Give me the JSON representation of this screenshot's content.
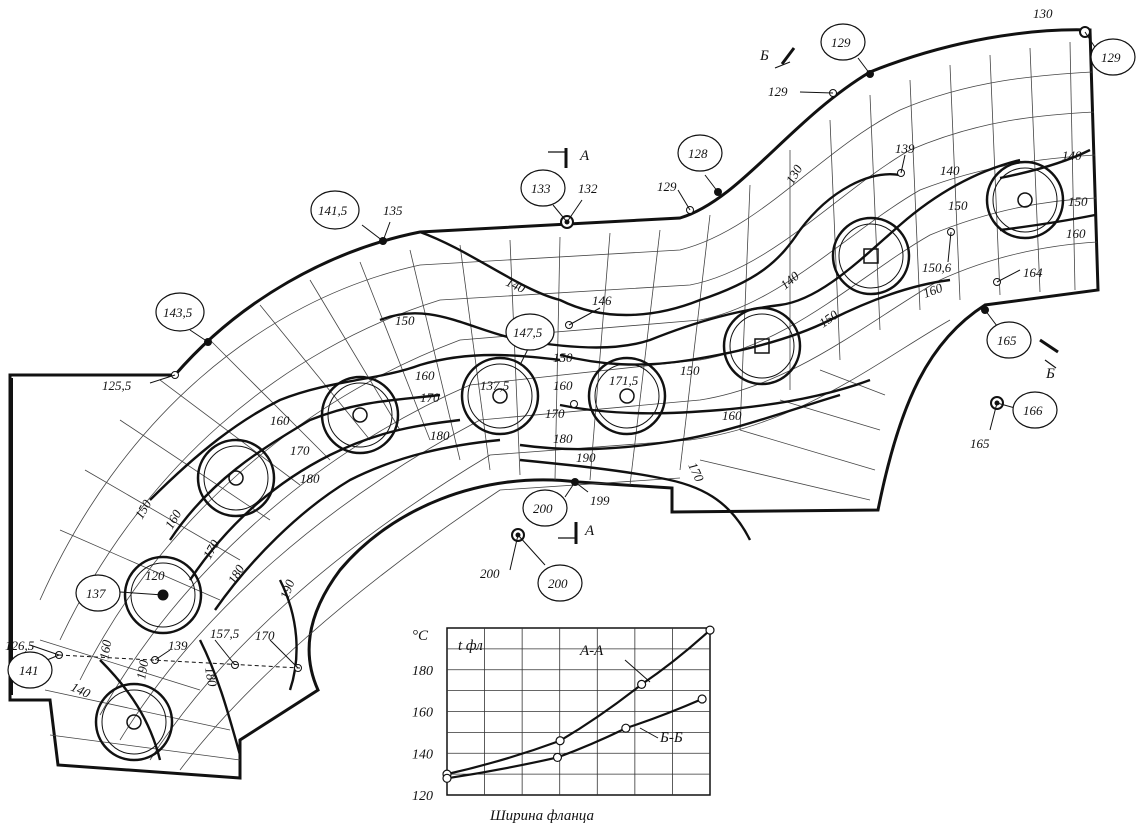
{
  "sections": {
    "a_label": "А",
    "b_label": "Б"
  },
  "point_labels": {
    "p130": "130",
    "p129a": "129",
    "p129b": "129",
    "p129c": "129",
    "p129d": "129",
    "p128": "128",
    "p133": "133",
    "p132": "132",
    "p1415": "141,5",
    "p135": "135",
    "p1435": "143,5",
    "p1255a": "125,5",
    "p1475": "147,5",
    "p146": "146",
    "p1375": "137,5",
    "p1715": "171,5",
    "p139a": "139",
    "p1506": "150,6",
    "p164": "164",
    "p165a": "165",
    "p165b": "165",
    "p166": "166",
    "p200a": "200",
    "p199": "199",
    "p200b": "200",
    "p200c": "200",
    "p137": "137",
    "p120": "120",
    "p1255b": "126,5",
    "p141": "141",
    "p139b": "139",
    "p1575": "157,5",
    "p170b": "170"
  },
  "isotherm_labels": {
    "i140a": "140",
    "i150a": "150",
    "i160a": "160",
    "i170a": "170",
    "i180a": "180",
    "i190a": "190",
    "i150b": "150",
    "i160b": "160",
    "i170b": "170",
    "i180b": "180",
    "i150c": "150",
    "i160c": "160",
    "i170c": "170",
    "i180c": "180",
    "i190b": "190",
    "i150d": "150",
    "i160d": "160",
    "i180d": "180",
    "i130": "130",
    "i140b": "140",
    "i150e": "150",
    "i160e": "160",
    "i170d": "170",
    "i140c": "140",
    "i150f": "150",
    "i160f": "160",
    "i140d": "140",
    "i150g": "150",
    "i160g": "160",
    "i170e": "170",
    "i180e": "180",
    "i190c": "190",
    "i150h": "150",
    "i160h": "160",
    "i140e": "140"
  },
  "chart_data": {
    "type": "line",
    "ylabel_unit": "°C",
    "ylabel": "t фл",
    "xlabel": "Ширина фланца",
    "ylim": [
      120,
      200
    ],
    "yticks": [
      "120",
      "140",
      "160",
      "180"
    ],
    "series": [
      {
        "name": "А-А",
        "points": [
          [
            0,
            130
          ],
          [
            0.43,
            146
          ],
          [
            0.74,
            173
          ],
          [
            1.0,
            199
          ]
        ]
      },
      {
        "name": "Б-Б",
        "points": [
          [
            0,
            128
          ],
          [
            0.42,
            138
          ],
          [
            0.68,
            152
          ],
          [
            0.97,
            166
          ]
        ]
      }
    ]
  }
}
